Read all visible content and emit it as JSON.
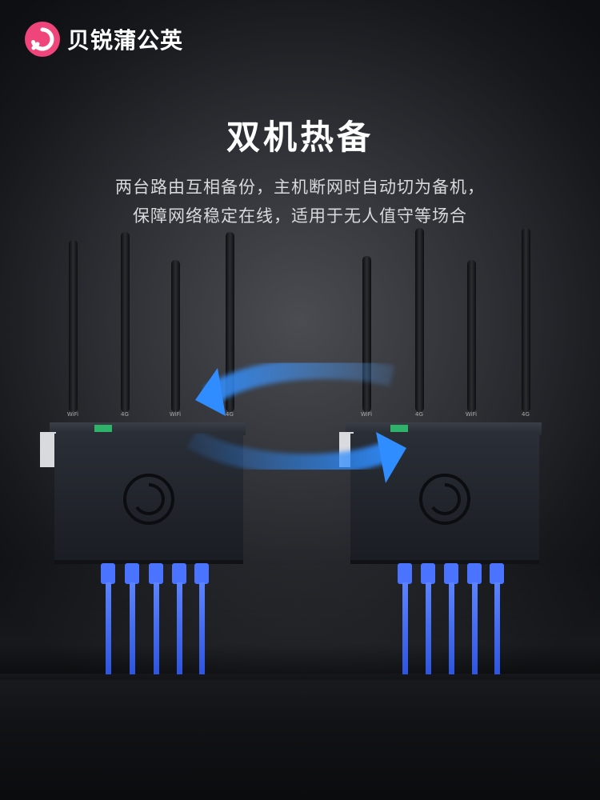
{
  "brand": {
    "name": "贝锐蒲公英",
    "accent_color": "#f0457a",
    "logo_icon": "dandelion-logo-icon"
  },
  "headline": "双机热备",
  "description": {
    "line1": "两台路由互相备份，主机断网时自动切为备机，",
    "line2": "保障网络稳定在线，适用于无人值守等场合"
  },
  "devices": [
    {
      "name": "router-left",
      "antenna_labels": [
        "WiFi",
        "4G",
        "WiFi",
        "4G"
      ],
      "lan_cable_count": 5,
      "cable_color": "#3f6cff"
    },
    {
      "name": "router-right",
      "antenna_labels": [
        "WiFi",
        "4G",
        "WiFi",
        "4G"
      ],
      "lan_cable_count": 5,
      "cable_color": "#3f6cff"
    }
  ],
  "sync_arrows": {
    "color": "#2f8dff",
    "direction": "bidirectional"
  }
}
